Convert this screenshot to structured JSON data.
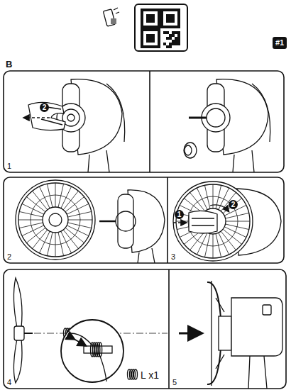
{
  "diagram": {
    "nodes": [
      {
        "text": [
          "1"
        ]
      },
      {
        "text": [
          "2"
        ]
      },
      {
        "text": [
          "3"
        ]
      },
      {
        "text": [
          "4"
        ]
      },
      {
        "text": [
          "5"
        ]
      }
    ],
    "labels": [
      "#1",
      "B",
      "2",
      "1",
      "2",
      "L x1"
    ]
  }
}
